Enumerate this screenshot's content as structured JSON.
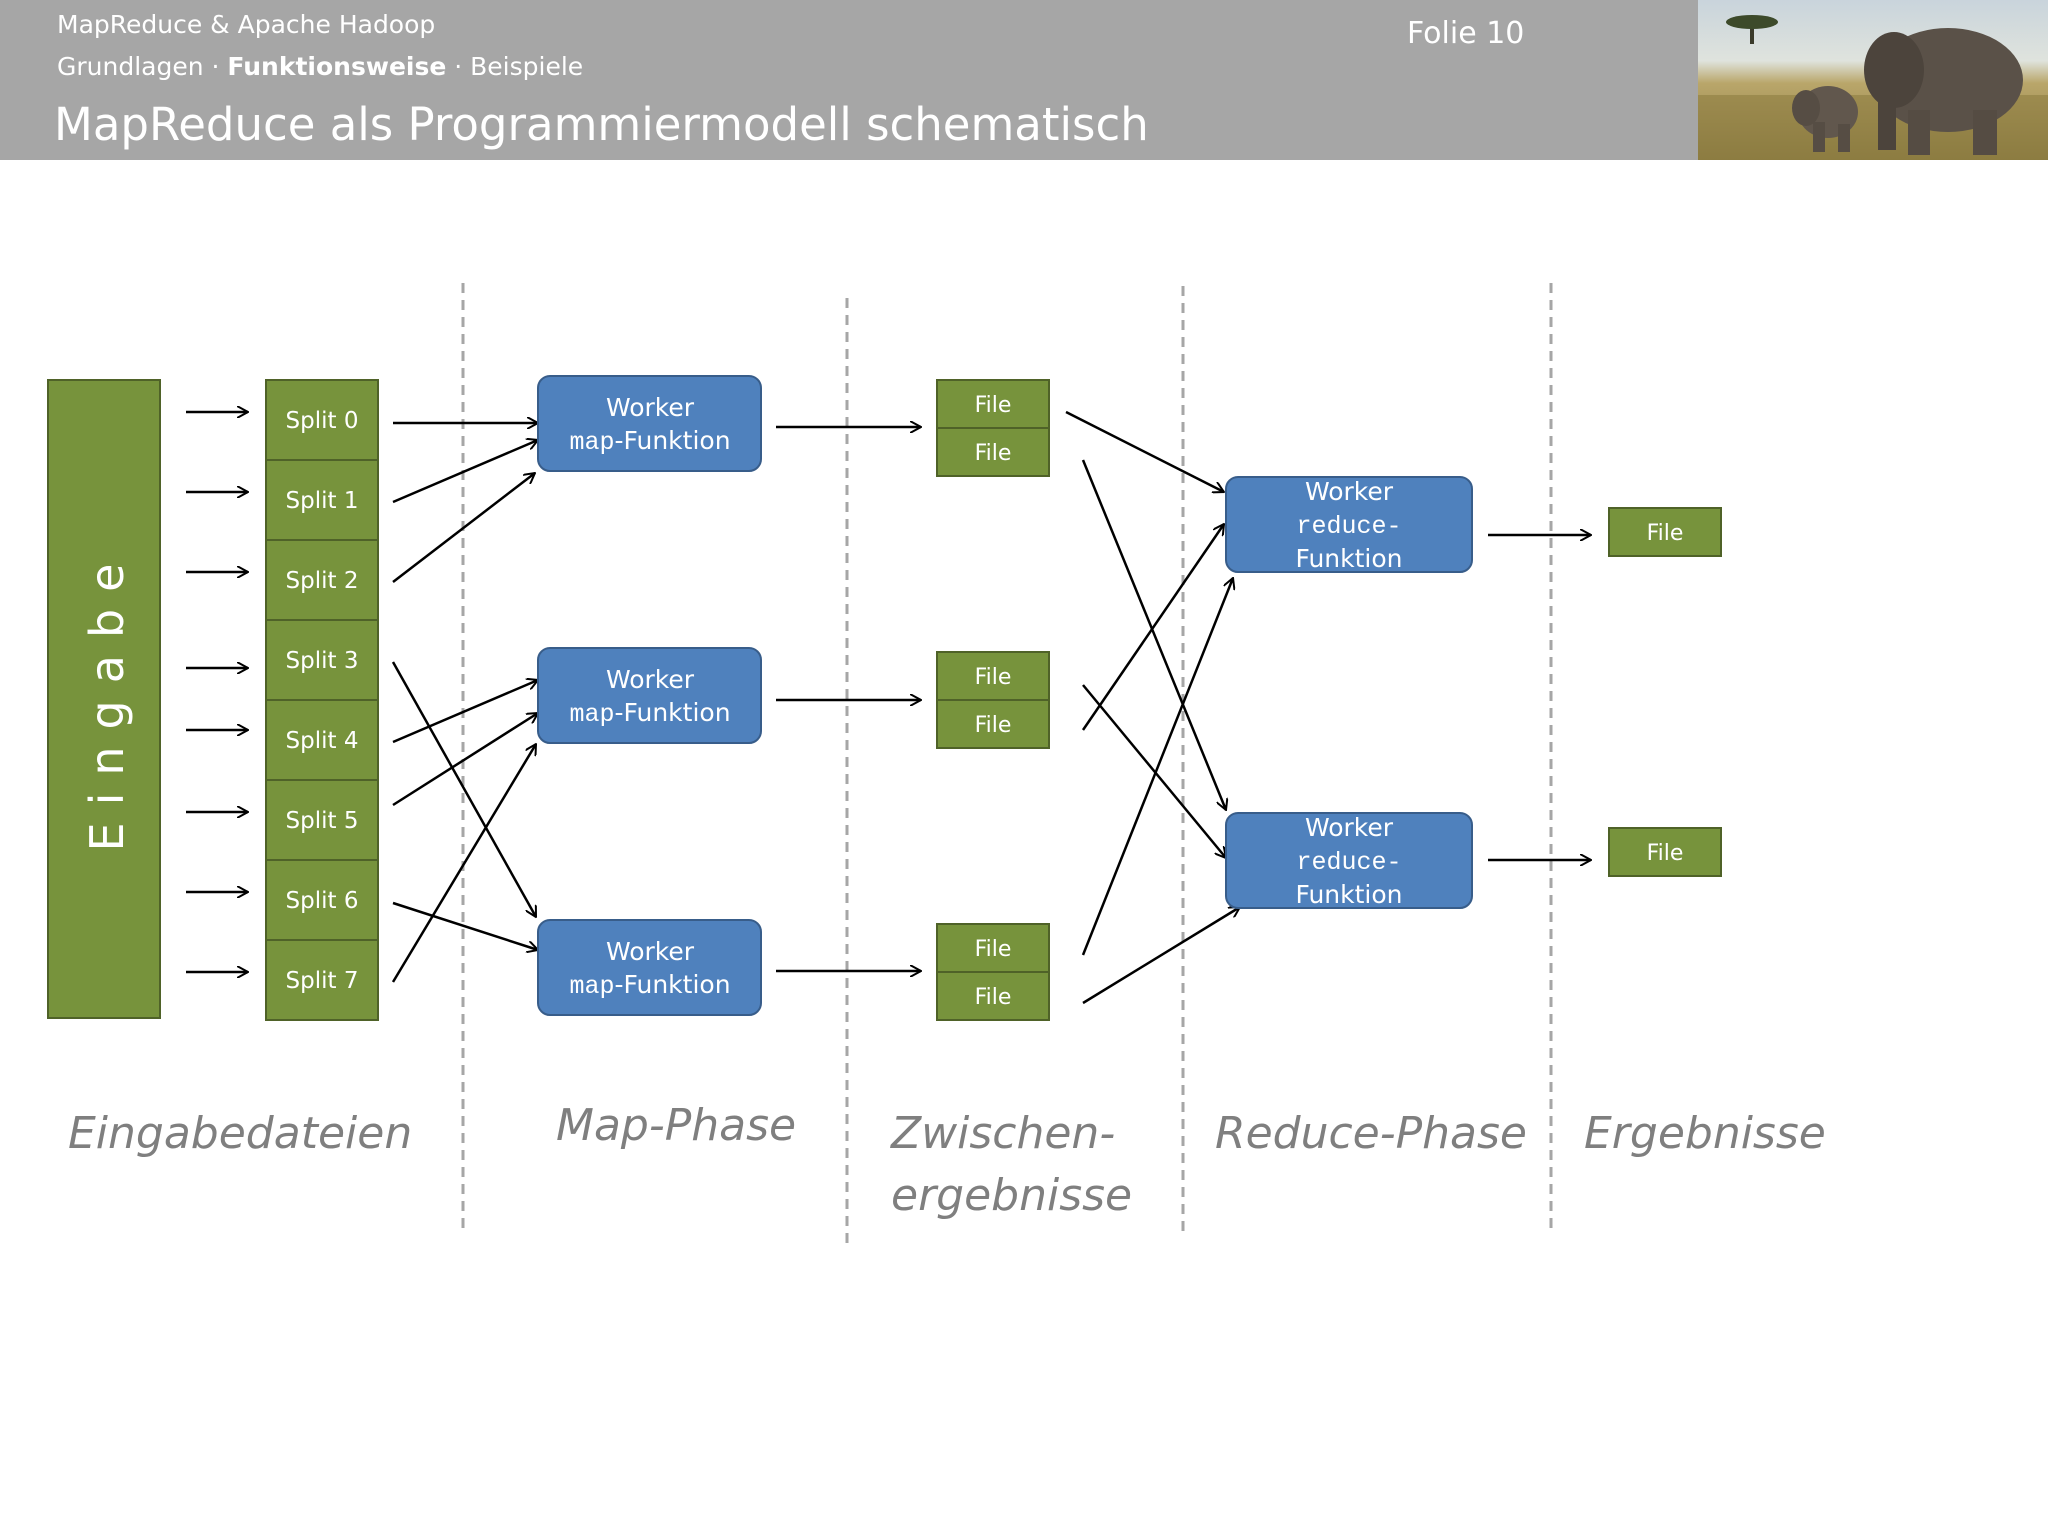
{
  "header": {
    "course": "MapReduce & Apache Hadoop",
    "breadcrumb": {
      "before": "Grundlagen · ",
      "current": "Funktionsweise",
      "after": " · Beispiele"
    },
    "title": "MapReduce als Programmiermodell schematisch",
    "slide": "Folie 10"
  },
  "diagram": {
    "input_label": "Eingabe",
    "splits": [
      "Split 0",
      "Split 1",
      "Split 2",
      "Split 3",
      "Split 4",
      "Split 5",
      "Split 6",
      "Split 7"
    ],
    "map_worker": {
      "line1": "Worker",
      "func": "map",
      "suffix": "-Funktion"
    },
    "reduce_worker": {
      "line1": "Worker",
      "func": "reduce-",
      "line3": "Funktion"
    },
    "file_label": "File",
    "phases": [
      "Eingabedateien",
      "Map-Phase",
      "Zwischen-",
      "ergebnisse",
      "Reduce-Phase",
      "Ergebnisse"
    ]
  },
  "colors": {
    "green": "#77933c",
    "green_border": "#4f6228",
    "blue": "#4f81bd",
    "blue_border": "#385d8a",
    "header_gray": "#a6a6a6",
    "phase_label": "#7f7f7f"
  }
}
